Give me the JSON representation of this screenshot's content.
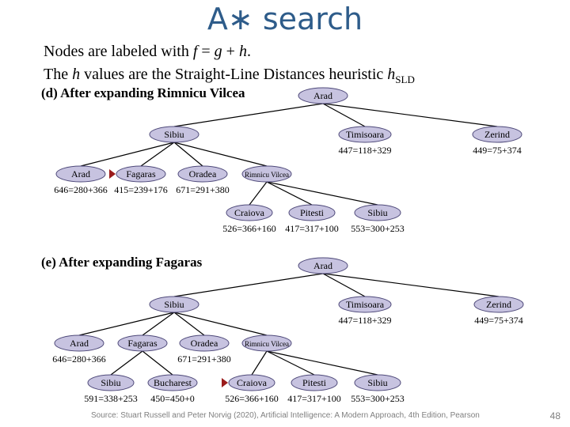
{
  "slide": {
    "title": "A∗ search",
    "intro": {
      "line1_prefix": "Nodes are labeled with ",
      "f": "f",
      "eq": " = ",
      "g": "g",
      "plus": " + ",
      "h": "h",
      "end": ".",
      "line2_prefix": "The ",
      "line2_middle": " values are the Straight-Line Distances heuristic ",
      "hsld_h": "h",
      "hsld_sub": "SLD"
    },
    "footer": "Source: Stuart Russell and Peter Norvig (2020), Artificial Intelligence: A Modern Approach, 4th Edition, Pearson",
    "page_number": "48"
  },
  "panels": [
    {
      "id": "d",
      "label": "(d) After expanding Rimnicu Vilcea",
      "nodes": [
        {
          "id": "d-arad-root",
          "label": "Arad"
        },
        {
          "id": "d-sibiu",
          "label": "Sibiu"
        },
        {
          "id": "d-timisoara",
          "label": "Timisoara",
          "cost": "447=118+329"
        },
        {
          "id": "d-zerind",
          "label": "Zerind",
          "cost": "449=75+374"
        },
        {
          "id": "d-arad",
          "label": "Arad",
          "cost": "646=280+366"
        },
        {
          "id": "d-fagaras",
          "label": "Fagaras",
          "cost": "415=239+176",
          "marked": true
        },
        {
          "id": "d-oradea",
          "label": "Oradea",
          "cost": "671=291+380"
        },
        {
          "id": "d-rimnicu",
          "label": "Rimnicu Vilcea",
          "small": true
        },
        {
          "id": "d-craiova",
          "label": "Craiova",
          "cost": "526=366+160"
        },
        {
          "id": "d-pitesti",
          "label": "Pitesti",
          "cost": "417=317+100"
        },
        {
          "id": "d-sibiu2",
          "label": "Sibiu",
          "cost": "553=300+253"
        }
      ],
      "edges": [
        [
          "d-arad-root",
          "d-sibiu"
        ],
        [
          "d-arad-root",
          "d-timisoara"
        ],
        [
          "d-arad-root",
          "d-zerind"
        ],
        [
          "d-sibiu",
          "d-arad"
        ],
        [
          "d-sibiu",
          "d-fagaras"
        ],
        [
          "d-sibiu",
          "d-oradea"
        ],
        [
          "d-sibiu",
          "d-rimnicu"
        ],
        [
          "d-rimnicu",
          "d-craiova"
        ],
        [
          "d-rimnicu",
          "d-pitesti"
        ],
        [
          "d-rimnicu",
          "d-sibiu2"
        ]
      ]
    },
    {
      "id": "e",
      "label": "(e) After expanding Fagaras",
      "nodes": [
        {
          "id": "e-arad-root",
          "label": "Arad"
        },
        {
          "id": "e-sibiu",
          "label": "Sibiu"
        },
        {
          "id": "e-timisoara",
          "label": "Timisoara",
          "cost": "447=118+329"
        },
        {
          "id": "e-zerind",
          "label": "Zerind",
          "cost": "449=75+374"
        },
        {
          "id": "e-arad",
          "label": "Arad",
          "cost": "646=280+366"
        },
        {
          "id": "e-fagaras",
          "label": "Fagaras"
        },
        {
          "id": "e-oradea",
          "label": "Oradea",
          "cost": "671=291+380"
        },
        {
          "id": "e-rimnicu",
          "label": "Rimnicu Vilcea",
          "small": true
        },
        {
          "id": "e-sibiu3",
          "label": "Sibiu",
          "cost": "591=338+253"
        },
        {
          "id": "e-bucharest",
          "label": "Bucharest",
          "cost": "450=450+0"
        },
        {
          "id": "e-craiova",
          "label": "Craiova",
          "cost": "526=366+160",
          "marked": true
        },
        {
          "id": "e-pitesti",
          "label": "Pitesti",
          "cost": "417=317+100"
        },
        {
          "id": "e-sibiu2",
          "label": "Sibiu",
          "cost": "553=300+253"
        }
      ],
      "edges": [
        [
          "e-arad-root",
          "e-sibiu"
        ],
        [
          "e-arad-root",
          "e-timisoara"
        ],
        [
          "e-arad-root",
          "e-zerind"
        ],
        [
          "e-sibiu",
          "e-arad"
        ],
        [
          "e-sibiu",
          "e-fagaras"
        ],
        [
          "e-sibiu",
          "e-oradea"
        ],
        [
          "e-sibiu",
          "e-rimnicu"
        ],
        [
          "e-fagaras",
          "e-sibiu3"
        ],
        [
          "e-fagaras",
          "e-bucharest"
        ],
        [
          "e-rimnicu",
          "e-craiova"
        ],
        [
          "e-rimnicu",
          "e-pitesti"
        ],
        [
          "e-rimnicu",
          "e-sibiu2"
        ]
      ]
    }
  ],
  "colors": {
    "node_fill": "#c7c3e0",
    "node_stroke": "#4f4a7a",
    "edge": "#000000",
    "title": "#2e5c8a",
    "marker": "#9b1c1c"
  }
}
